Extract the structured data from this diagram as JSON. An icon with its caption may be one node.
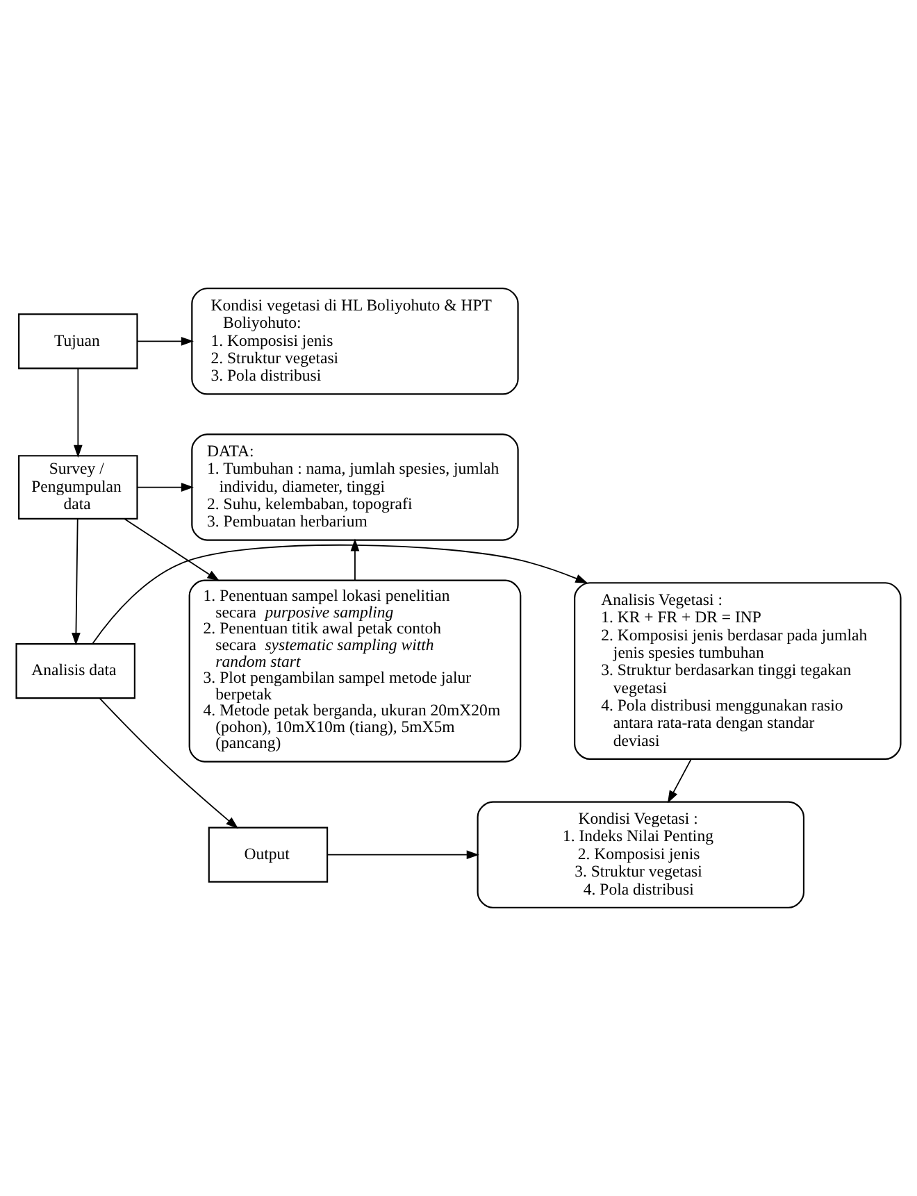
{
  "diagram": {
    "nodes": [
      {
        "text": [
          "Tujuan"
        ]
      },
      {
        "text": [
          "Kondisi vegetasi di HL Boliyohuto & HPT Boliyohuto:",
          "1. Komposisi jenis",
          "2. Struktur vegetasi",
          "3. Pola distribusi"
        ]
      },
      {
        "text": [
          "Survey / Pengumpulan data"
        ]
      },
      {
        "text": [
          "1. Penentuan sampel lokasi penelitian secara *purposive sampling*",
          "2. Penentuan titik awal petak contoh secara *systematic sampling witth random start*",
          "3. Plot pengambilan sampel metode jalur berpetak",
          "4. Metode petak berganda, ukuran 20mX20m (pohon), 10mX10m (tiang), 5mX5m (pancang)"
        ]
      },
      {
        "text": [
          "DATA:",
          "1. Tumbuhan : nama, jumlah spesies, jumlah individu, diameter, tinggi",
          "2. Suhu, kelembaban, topografi",
          "3. Pembuatan herbarium"
        ]
      },
      {
        "text": [
          "Analisis data"
        ]
      },
      {
        "text": [
          "Analisis Vegetasi :",
          "1. KR + FR + DR = INP",
          "2. Komposisi jenis berdasar pada jumlah jenis spesies tumbuhan",
          "3. Struktur berdasarkan tinggi tegakan vegetasi",
          "4. Pola distribusi menggunakan rasio antara rata-rata dengan standar deviasi"
        ]
      },
      {
        "text": [
          "Output"
        ]
      },
      {
        "text": [
          "Kondisi Vegetasi :",
          "1. Indeks Nilai Penting",
          "2. Komposisi jenis",
          "3. Struktur vegetasi",
          "4. Pola distribusi"
        ]
      }
    ],
    "edges": [
      {
        "from": 0,
        "to": 1,
        "arrow": "to"
      },
      {
        "from": 0,
        "to": 2,
        "arrow": "to"
      },
      {
        "from": 2,
        "to": 3,
        "arrow": "to"
      },
      {
        "from": 2,
        "to": 4,
        "arrow": "to"
      },
      {
        "from": 3,
        "to": 4,
        "arrow": "to"
      },
      {
        "from": 2,
        "to": 5,
        "arrow": "to"
      },
      {
        "from": 5,
        "to": 6,
        "arrow": "to"
      },
      {
        "from": 6,
        "to": 8,
        "arrow": "to"
      },
      {
        "from": 5,
        "to": 7,
        "arrow": "to"
      },
      {
        "from": 7,
        "to": 8,
        "arrow": "to"
      }
    ]
  }
}
